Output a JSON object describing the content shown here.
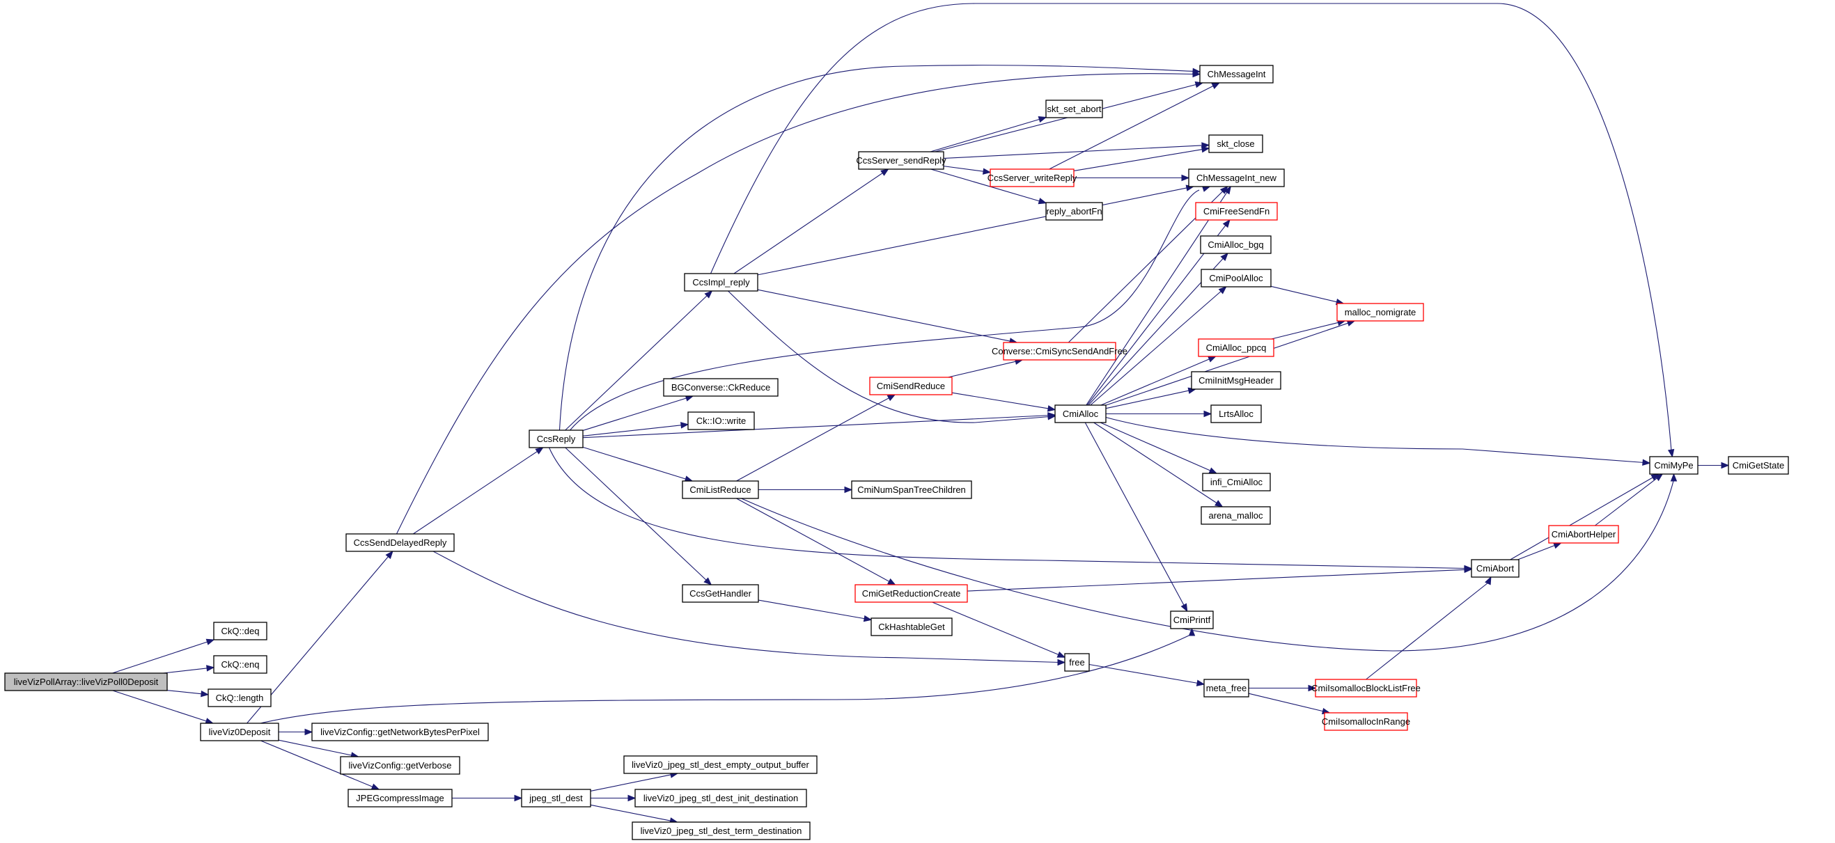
{
  "diagram": {
    "type": "call-graph",
    "edge_color": "#191970",
    "root_fill": "#bfbfbf",
    "truncated_border_color": "#ff0000",
    "normal_border_color": "#000000",
    "nodes": [
      {
        "id": "root",
        "label": "liveVizPollArray::liveVizPoll0Deposit",
        "style": "root"
      },
      {
        "id": "deq",
        "label": "CkQ::deq",
        "style": "normal"
      },
      {
        "id": "enq",
        "label": "CkQ::enq",
        "style": "normal"
      },
      {
        "id": "length",
        "label": "CkQ::length",
        "style": "normal"
      },
      {
        "id": "lv0dep",
        "label": "liveViz0Deposit",
        "style": "normal"
      },
      {
        "id": "getNBPP",
        "label": "liveVizConfig::getNetworkBytesPerPixel",
        "style": "normal"
      },
      {
        "id": "getVerbose",
        "label": "liveVizConfig::getVerbose",
        "style": "normal"
      },
      {
        "id": "jpegComp",
        "label": "JPEGcompressImage",
        "style": "normal"
      },
      {
        "id": "jpegStl",
        "label": "jpeg_stl_dest",
        "style": "normal"
      },
      {
        "id": "jEmpty",
        "label": "liveViz0_jpeg_stl_dest_empty_output_buffer",
        "style": "normal"
      },
      {
        "id": "jInit",
        "label": "liveViz0_jpeg_stl_dest_init_destination",
        "style": "normal"
      },
      {
        "id": "jTerm",
        "label": "liveViz0_jpeg_stl_dest_term_destination",
        "style": "normal"
      },
      {
        "id": "ccsSDR",
        "label": "CcsSendDelayedReply",
        "style": "normal"
      },
      {
        "id": "ccsReply",
        "label": "CcsReply",
        "style": "normal"
      },
      {
        "id": "ccsImpl",
        "label": "CcsImpl_reply",
        "style": "normal"
      },
      {
        "id": "bgReduce",
        "label": "BGConverse::CkReduce",
        "style": "normal"
      },
      {
        "id": "ioWrite",
        "label": "Ck::IO::write",
        "style": "normal"
      },
      {
        "id": "listReduce",
        "label": "CmiListReduce",
        "style": "normal"
      },
      {
        "id": "ccsGetH",
        "label": "CcsGetHandler",
        "style": "normal"
      },
      {
        "id": "ccsSrvSend",
        "label": "CcsServer_sendReply",
        "style": "normal"
      },
      {
        "id": "sktSetAbort",
        "label": "skt_set_abort",
        "style": "normal"
      },
      {
        "id": "ccsSrvWrite",
        "label": "CcsServer_writeReply",
        "style": "red"
      },
      {
        "id": "replyAbort",
        "label": "reply_abortFn",
        "style": "normal"
      },
      {
        "id": "chMsgInt",
        "label": "ChMessageInt",
        "style": "normal"
      },
      {
        "id": "sktClose",
        "label": "skt_close",
        "style": "normal"
      },
      {
        "id": "chMsgIntNew",
        "label": "ChMessageInt_new",
        "style": "normal"
      },
      {
        "id": "freeSendFn",
        "label": "CmiFreeSendFn",
        "style": "red"
      },
      {
        "id": "allocBgq",
        "label": "CmiAlloc_bgq",
        "style": "normal"
      },
      {
        "id": "poolAlloc",
        "label": "CmiPoolAlloc",
        "style": "normal"
      },
      {
        "id": "mallocNM",
        "label": "malloc_nomigrate",
        "style": "red"
      },
      {
        "id": "allocPpcq",
        "label": "CmiAlloc_ppcq",
        "style": "red"
      },
      {
        "id": "initMsgH",
        "label": "CmiInitMsgHeader",
        "style": "normal"
      },
      {
        "id": "lrtsAlloc",
        "label": "LrtsAlloc",
        "style": "normal"
      },
      {
        "id": "infiAlloc",
        "label": "infi_CmiAlloc",
        "style": "normal"
      },
      {
        "id": "arenaMalloc",
        "label": "arena_malloc",
        "style": "normal"
      },
      {
        "id": "syncSAF",
        "label": "Converse::CmiSyncSendAndFree",
        "style": "red"
      },
      {
        "id": "sendReduce",
        "label": "CmiSendReduce",
        "style": "red"
      },
      {
        "id": "cmiAlloc",
        "label": "CmiAlloc",
        "style": "normal"
      },
      {
        "id": "numSpan",
        "label": "CmiNumSpanTreeChildren",
        "style": "normal"
      },
      {
        "id": "getRedCreate",
        "label": "CmiGetReductionCreate",
        "style": "red"
      },
      {
        "id": "hashGet",
        "label": "CkHashtableGet",
        "style": "normal"
      },
      {
        "id": "free",
        "label": "free",
        "style": "normal"
      },
      {
        "id": "metaFree",
        "label": "meta_free",
        "style": "normal"
      },
      {
        "id": "isoBLF",
        "label": "CmiIsomallocBlockListFree",
        "style": "red"
      },
      {
        "id": "isoInRange",
        "label": "CmiIsomallocInRange",
        "style": "red"
      },
      {
        "id": "cmiPrintf",
        "label": "CmiPrintf",
        "style": "normal"
      },
      {
        "id": "cmiAbort",
        "label": "CmiAbort",
        "style": "normal"
      },
      {
        "id": "abortHelper",
        "label": "CmiAbortHelper",
        "style": "red"
      },
      {
        "id": "cmiMyPe",
        "label": "CmiMyPe",
        "style": "normal"
      },
      {
        "id": "getState",
        "label": "CmiGetState",
        "style": "normal"
      }
    ],
    "edges": [
      [
        "root",
        "deq"
      ],
      [
        "root",
        "enq"
      ],
      [
        "root",
        "length"
      ],
      [
        "root",
        "lv0dep"
      ],
      [
        "lv0dep",
        "getNBPP"
      ],
      [
        "lv0dep",
        "getVerbose"
      ],
      [
        "lv0dep",
        "jpegComp"
      ],
      [
        "lv0dep",
        "ccsSDR"
      ],
      [
        "lv0dep",
        "cmiPrintf"
      ],
      [
        "jpegComp",
        "jpegStl"
      ],
      [
        "jpegStl",
        "jEmpty"
      ],
      [
        "jpegStl",
        "jInit"
      ],
      [
        "jpegStl",
        "jTerm"
      ],
      [
        "ccsSDR",
        "ccsReply"
      ],
      [
        "ccsSDR",
        "chMsgInt"
      ],
      [
        "ccsSDR",
        "free"
      ],
      [
        "ccsReply",
        "ccsImpl"
      ],
      [
        "ccsReply",
        "bgReduce"
      ],
      [
        "ccsReply",
        "ioWrite"
      ],
      [
        "ccsReply",
        "listReduce"
      ],
      [
        "ccsReply",
        "ccsGetH"
      ],
      [
        "ccsReply",
        "cmiAlloc"
      ],
      [
        "ccsReply",
        "chMsgIntNew"
      ],
      [
        "ccsReply",
        "chMsgInt"
      ],
      [
        "ccsReply",
        "cmiAbort"
      ],
      [
        "ccsImpl",
        "ccsSrvSend"
      ],
      [
        "ccsImpl",
        "chMsgIntNew"
      ],
      [
        "ccsImpl",
        "syncSAF"
      ],
      [
        "ccsImpl",
        "cmiAlloc"
      ],
      [
        "ccsImpl",
        "cmiMyPe"
      ],
      [
        "ccsSrvSend",
        "sktSetAbort"
      ],
      [
        "ccsSrvSend",
        "sktClose"
      ],
      [
        "ccsSrvSend",
        "ccsSrvWrite"
      ],
      [
        "ccsSrvSend",
        "replyAbort"
      ],
      [
        "ccsSrvSend",
        "chMsgInt"
      ],
      [
        "ccsSrvWrite",
        "chMsgIntNew"
      ],
      [
        "ccsSrvWrite",
        "sktClose"
      ],
      [
        "ccsSrvWrite",
        "chMsgInt"
      ],
      [
        "listReduce",
        "numSpan"
      ],
      [
        "listReduce",
        "sendReduce"
      ],
      [
        "listReduce",
        "getRedCreate"
      ],
      [
        "listReduce",
        "cmiMyPe"
      ],
      [
        "sendReduce",
        "syncSAF"
      ],
      [
        "sendReduce",
        "cmiAlloc"
      ],
      [
        "syncSAF",
        "chMsgIntNew"
      ],
      [
        "ccsGetH",
        "hashGet"
      ],
      [
        "getRedCreate",
        "cmiAbort"
      ],
      [
        "getRedCreate",
        "free"
      ],
      [
        "cmiAlloc",
        "chMsgIntNew"
      ],
      [
        "cmiAlloc",
        "freeSendFn"
      ],
      [
        "cmiAlloc",
        "allocBgq"
      ],
      [
        "cmiAlloc",
        "poolAlloc"
      ],
      [
        "cmiAlloc",
        "mallocNM"
      ],
      [
        "cmiAlloc",
        "allocPpcq"
      ],
      [
        "cmiAlloc",
        "initMsgH"
      ],
      [
        "cmiAlloc",
        "lrtsAlloc"
      ],
      [
        "cmiAlloc",
        "infiAlloc"
      ],
      [
        "cmiAlloc",
        "arenaMalloc"
      ],
      [
        "cmiAlloc",
        "cmiPrintf"
      ],
      [
        "cmiAlloc",
        "cmiMyPe"
      ],
      [
        "poolAlloc",
        "mallocNM"
      ],
      [
        "allocPpcq",
        "mallocNM"
      ],
      [
        "free",
        "metaFree"
      ],
      [
        "metaFree",
        "isoBLF"
      ],
      [
        "metaFree",
        "isoInRange"
      ],
      [
        "isoBLF",
        "cmiAbort"
      ],
      [
        "cmiAbort",
        "abortHelper"
      ],
      [
        "cmiAbort",
        "cmiMyPe"
      ],
      [
        "abortHelper",
        "cmiMyPe"
      ],
      [
        "cmiMyPe",
        "getState"
      ]
    ]
  }
}
